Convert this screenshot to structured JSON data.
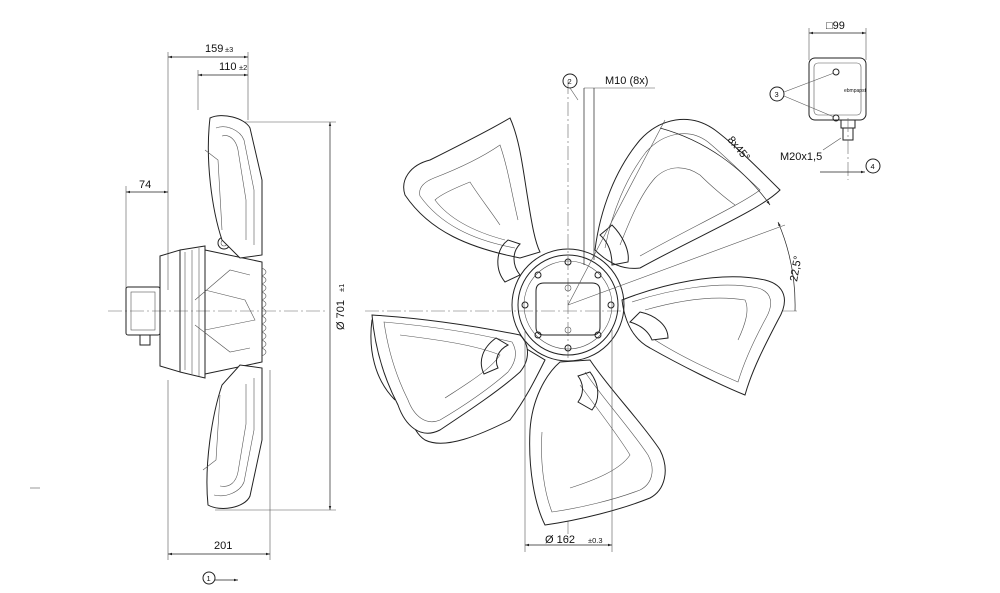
{
  "side_view": {
    "width_total": "159",
    "width_total_tol": "±3",
    "width_inner": "110",
    "width_inner_tol": "±2",
    "offset": "74",
    "diameter_prefix": "Ø 701",
    "diameter_tol": "±1",
    "base_width": "201"
  },
  "front_view": {
    "callout_2": "2",
    "thread_label": "M10 (8x)",
    "angle_pattern": "8x45°",
    "angle_offset": "22,5°",
    "hub_diameter": "Ø 162",
    "hub_diameter_tol": "±0.3"
  },
  "terminal_box": {
    "box_size": "□99",
    "callout_3": "3",
    "gland_thread": "M20x1,5",
    "callout_4": "4",
    "logo": "ebmpapst"
  },
  "airflow": {
    "callout_1": "1"
  }
}
